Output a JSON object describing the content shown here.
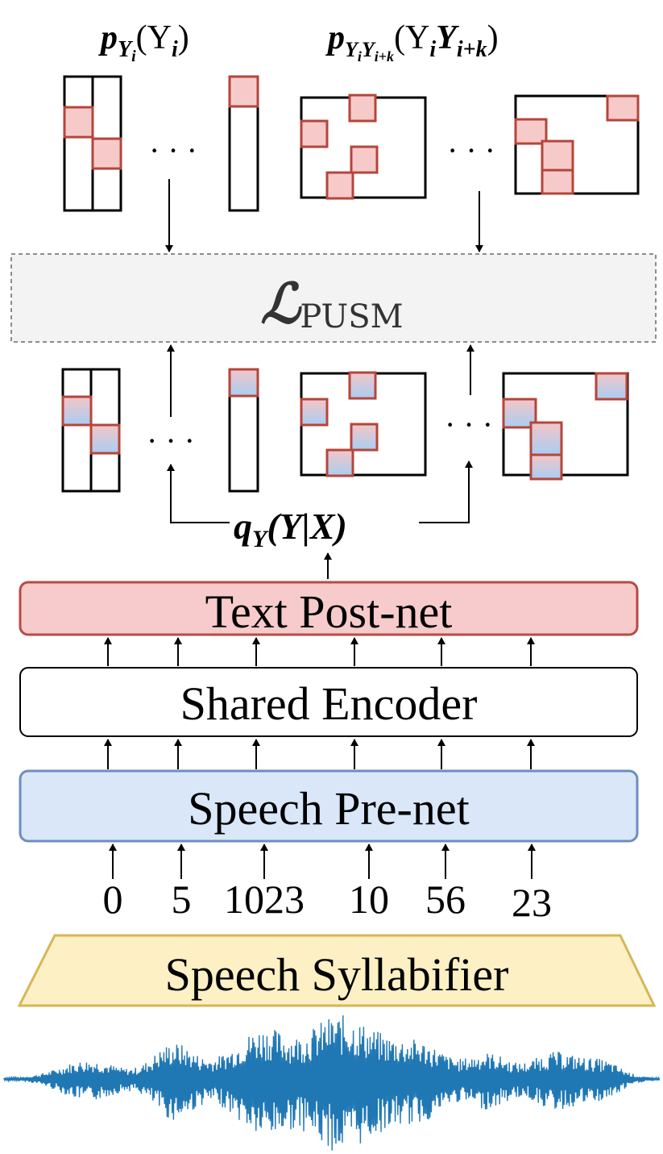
{
  "formulas": {
    "p_marginal": {
      "base": "p",
      "sub": "Y",
      "subsub": "i",
      "arg": "(Y",
      "argsub": "i",
      "close": ")"
    },
    "p_joint": {
      "base": "p",
      "sub": "Y",
      "subsub1": "i",
      "sub2": "Y",
      "subsub2": "i+k",
      "arg": "(Y",
      "argsub1": "i",
      "arg2": "Y",
      "argsub2": "i+k",
      "close": ")"
    },
    "q": {
      "base": "q",
      "sub": "Y",
      "arg": "(Y|X)"
    },
    "loss": {
      "symbol": "ℒ",
      "sub": "PUSM"
    }
  },
  "ellipsis": "· · ·",
  "blocks": {
    "text_postnet": "Text Post-net",
    "shared_encoder": "Shared Encoder",
    "speech_prenet": "Speech Pre-net",
    "speech_syllabifier": "Speech Syllabifier"
  },
  "tokens": [
    "0",
    "5",
    "1023",
    "10",
    "56",
    "23"
  ],
  "colors": {
    "target_cell_fill": "#f7caca",
    "cell_border": "#b5453a",
    "pred_gradient_top": "#f3c6c8",
    "pred_gradient_bottom": "#a9cdf1",
    "loss_box_fill": "#f3f3f3",
    "loss_box_border": "#8c8c8c",
    "text_postnet_fill": "#f7cbcb",
    "text_postnet_border": "#b94a44",
    "speech_prenet_fill": "#dae7f8",
    "speech_prenet_border": "#6c8ebf",
    "syllabifier_fill": "#fcf0c4",
    "syllabifier_border": "#d6b656",
    "waveform": "#1f77b4"
  }
}
